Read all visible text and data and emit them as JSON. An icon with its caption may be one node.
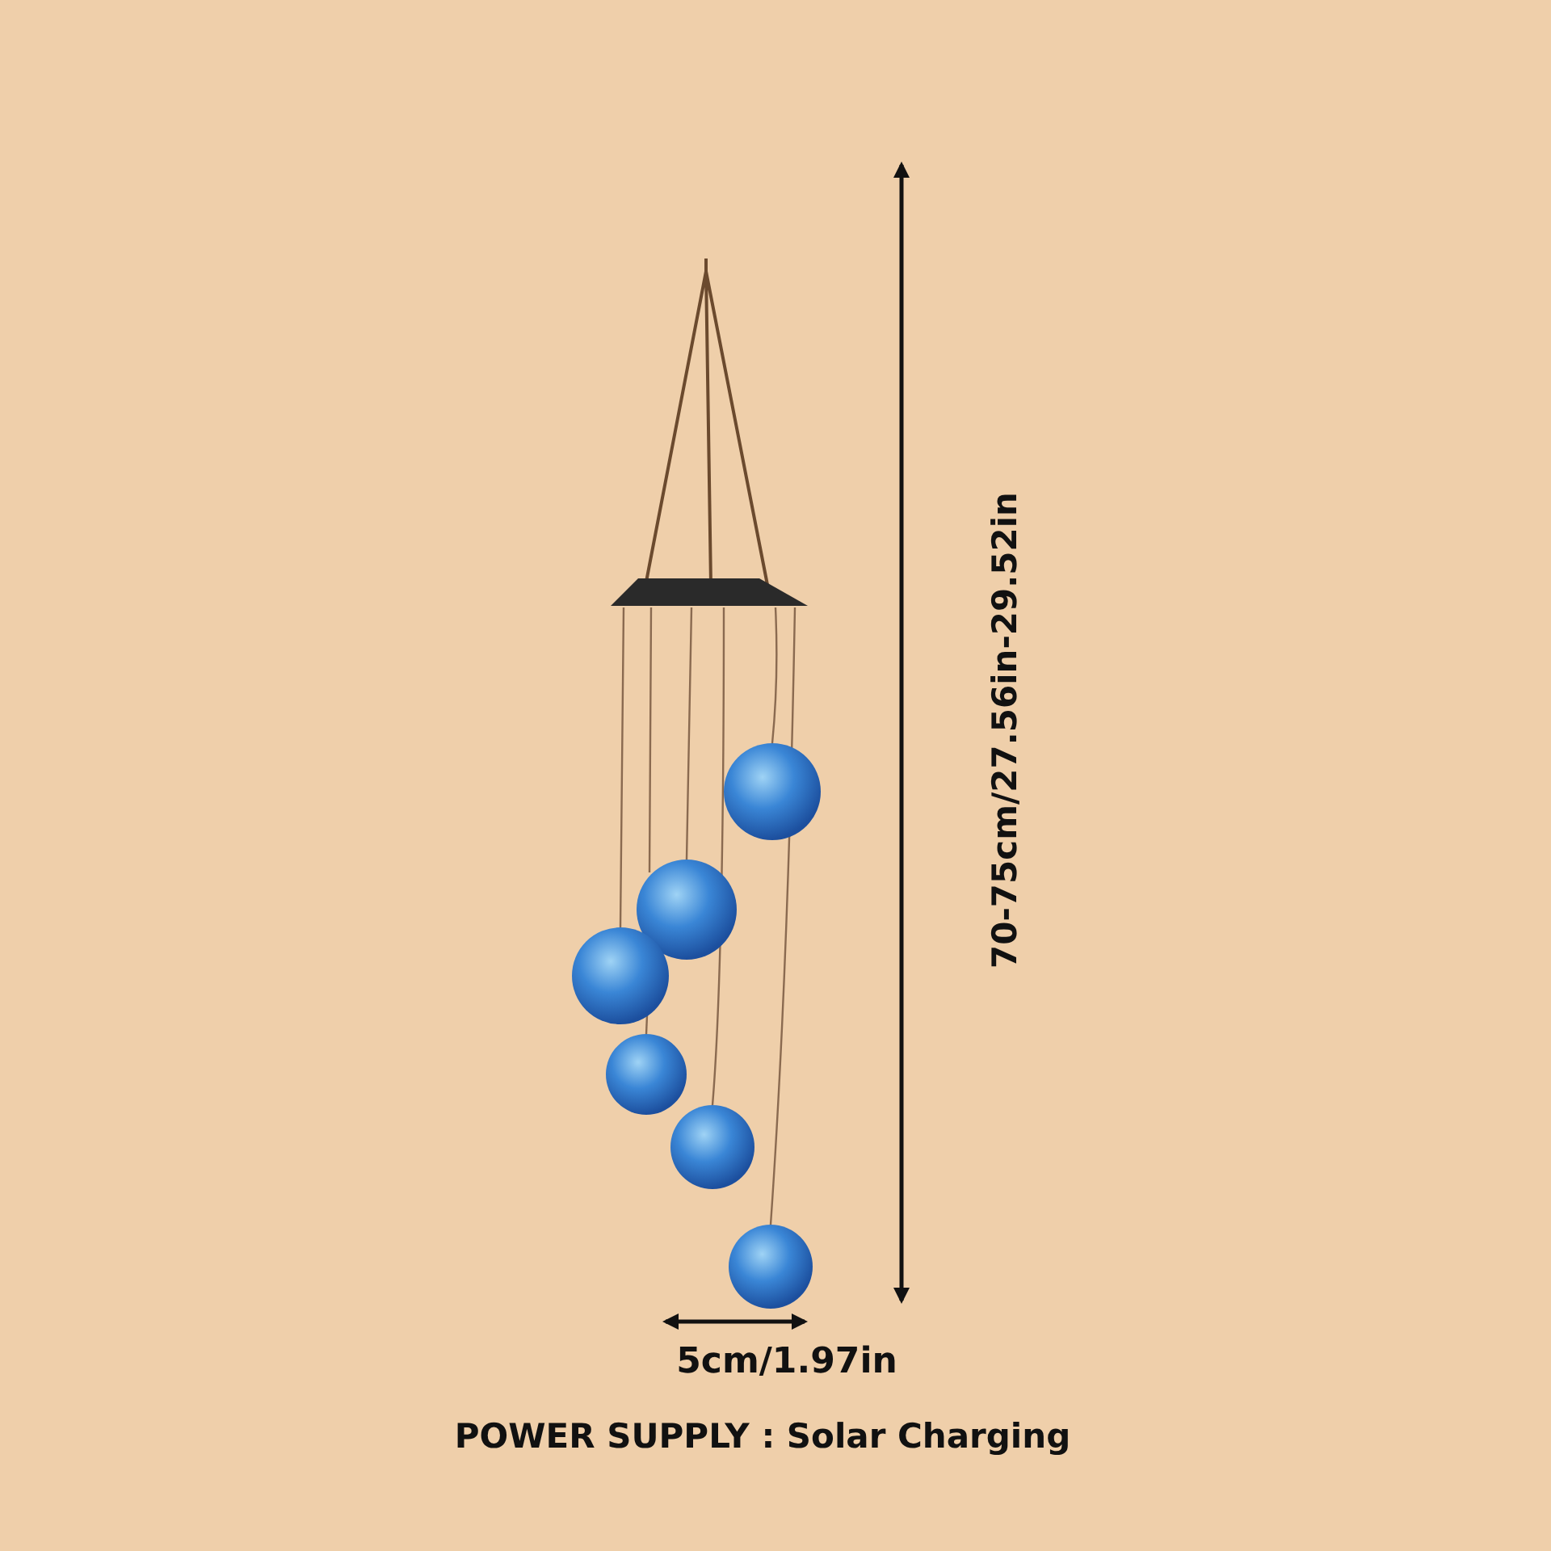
{
  "diagram": {
    "labels": [
      "70-75cm/27.56in-29.52in",
      "5cm/1.97in",
      "POWER SUPPLY : Solar Charging"
    ]
  }
}
